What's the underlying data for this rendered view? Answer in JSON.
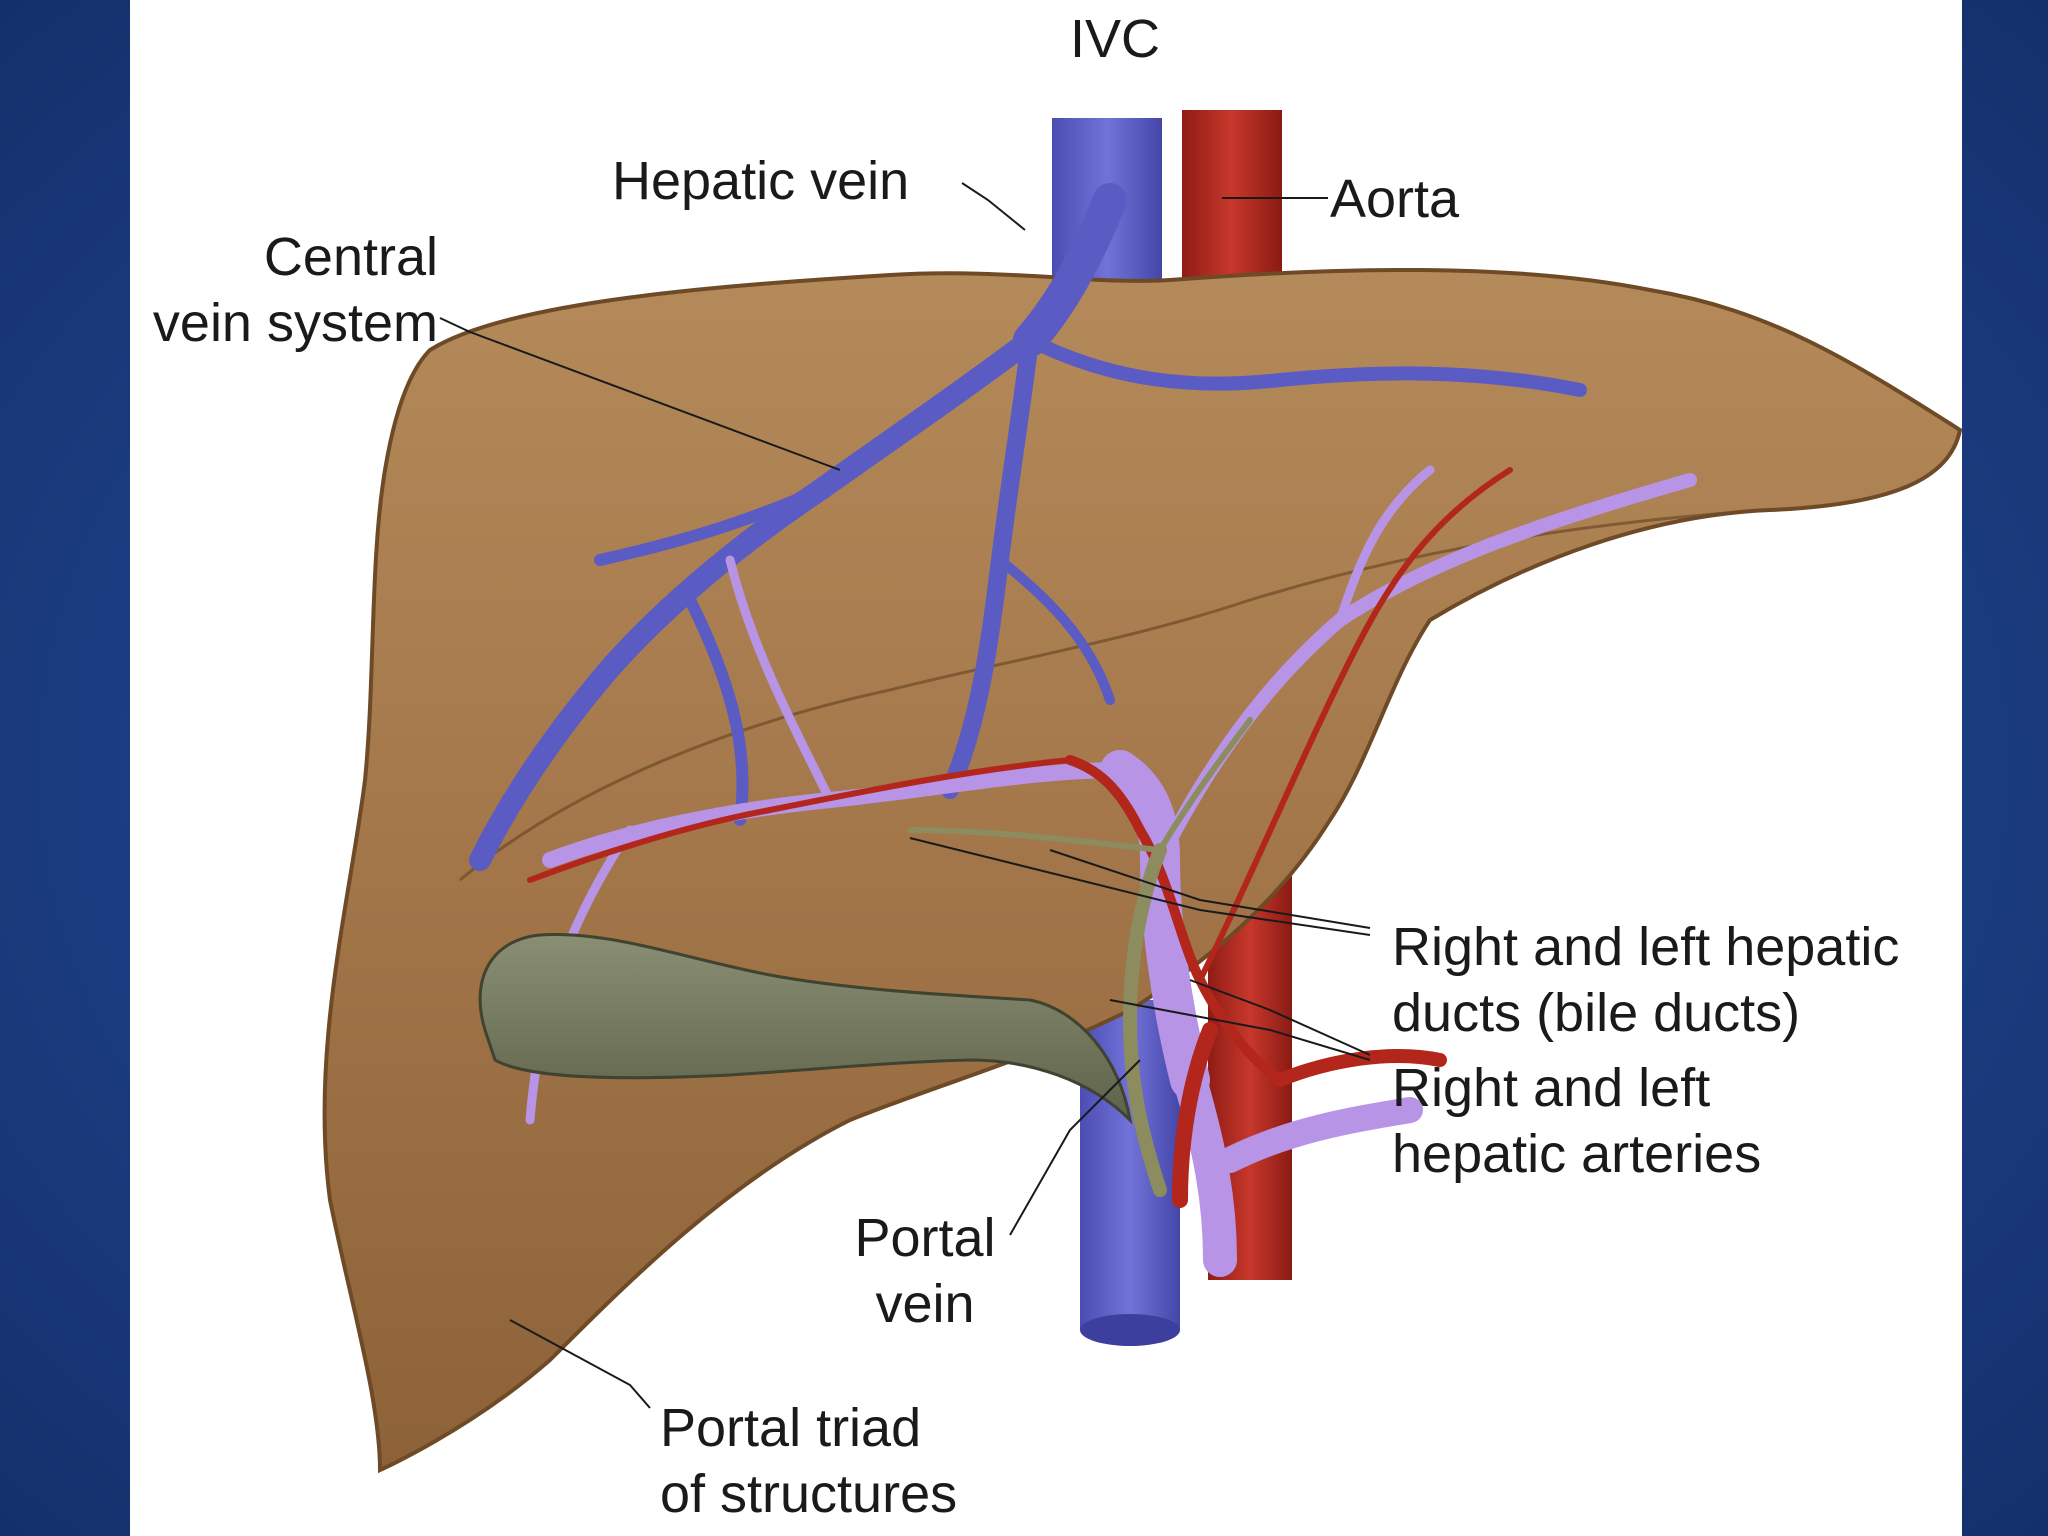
{
  "labels": {
    "ivc": "IVC",
    "hepatic_vein": "Hepatic vein",
    "aorta": "Aorta",
    "central_vein_system": [
      "Central",
      "vein system"
    ],
    "bile_ducts": [
      "Right and left hepatic",
      "ducts (bile ducts)"
    ],
    "hepatic_arteries": [
      "Right and left",
      "hepatic arteries"
    ],
    "portal_vein": [
      "Portal",
      "vein"
    ],
    "portal_triad": [
      "Portal triad",
      "of structures"
    ]
  },
  "colors": {
    "background": "#1d3f86",
    "panel": "#ffffff",
    "liver": "#a57b4f",
    "hepatic_vein": "#5a5cc4",
    "portal_vein": "#b894e6",
    "artery": "#b3261c",
    "bile_duct": "#8c8c5e",
    "gallbladder": "#6e7358"
  }
}
